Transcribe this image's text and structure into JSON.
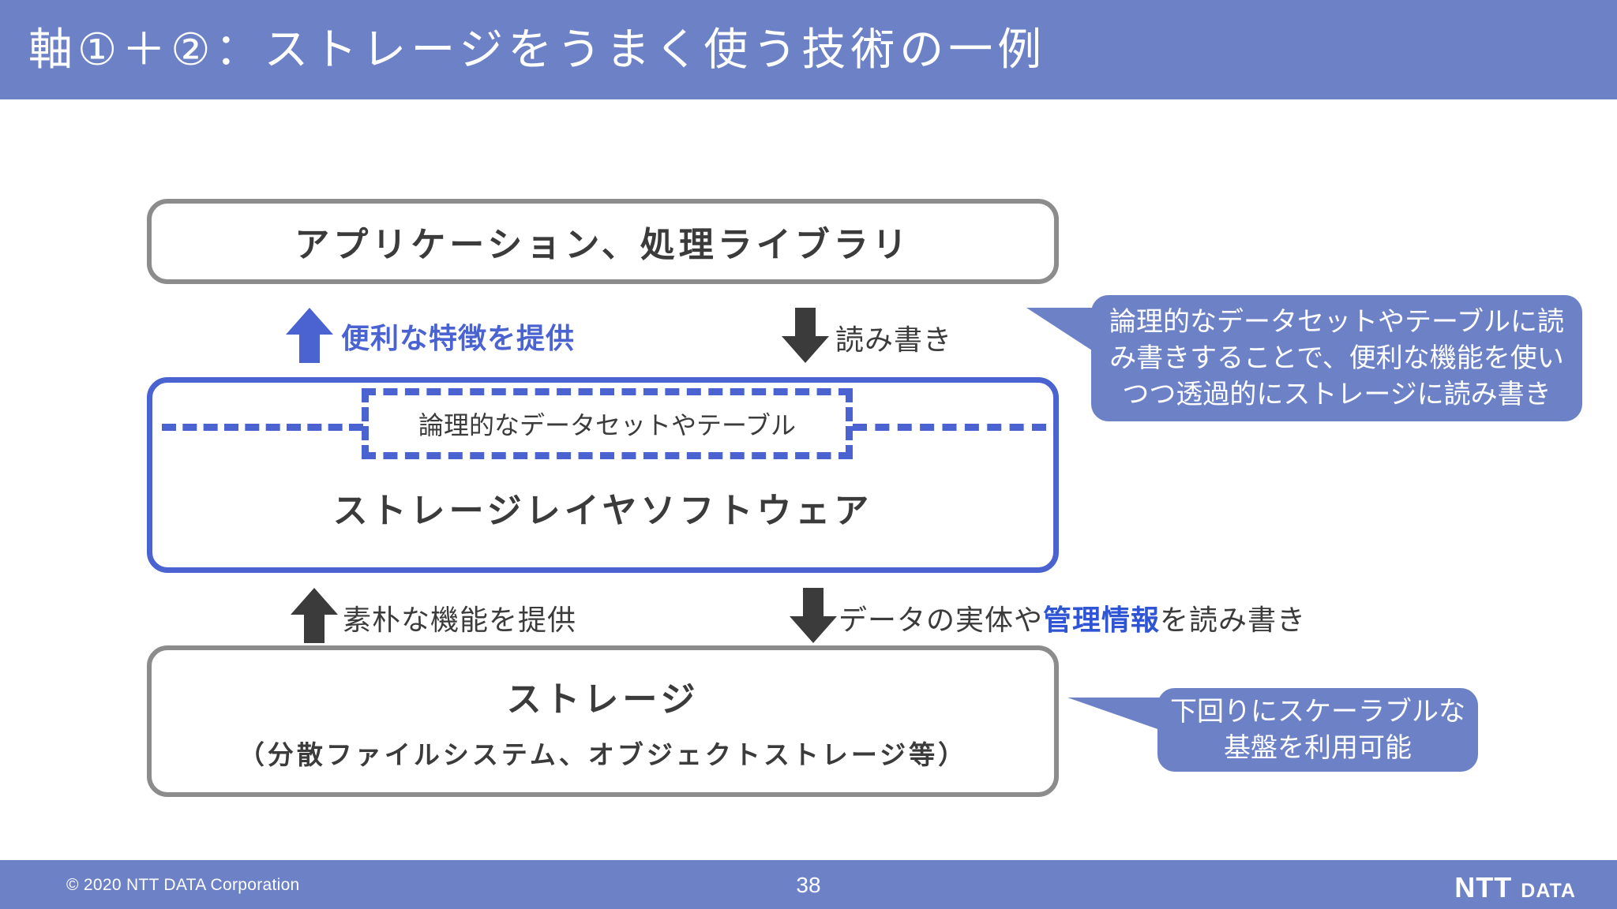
{
  "header": {
    "title": "軸①＋②：ストレージをうまく使う技術の一例",
    "band_color": "#6d82c6"
  },
  "colors": {
    "brand_blue": "#6d82c6",
    "accent_blue": "#4a63d0",
    "gray_border": "#8c8c8c",
    "text_dark": "#3b3b3b"
  },
  "diagram": {
    "application_box": {
      "label": "アプリケーション、処理ライブラリ"
    },
    "storage_layer_box": {
      "label": "ストレージレイヤソフトウェア",
      "dashed_region_label": "論理的なデータセットやテーブル"
    },
    "storage_box": {
      "label": "ストレージ",
      "sublabel": "（分散ファイルシステム、オブジェクトストレージ等）"
    },
    "arrows": {
      "up_blue_label": "便利な特徴を提供",
      "down_dark_top_label": "読み書き",
      "up_dark_bottom_label": "素朴な機能を提供",
      "down_dark_bottom_label_pre": "データの実体や",
      "down_dark_bottom_label_accent": "管理情報",
      "down_dark_bottom_label_post": "を読み書き"
    },
    "callouts": {
      "top": {
        "line1": "論理的なデータセットやテーブルに読",
        "line2": "み書きすることで、便利な機能を使い",
        "line3": "つつ透過的にストレージに読み書き"
      },
      "bottom": {
        "line1": "下回りにスケーラブルな",
        "line2": "基盤を利用可能"
      }
    }
  },
  "footer": {
    "copyright": "© 2020 NTT DATA Corporation",
    "page_number": "38",
    "logo_ntt": "NTT",
    "logo_data": "DaTa"
  }
}
